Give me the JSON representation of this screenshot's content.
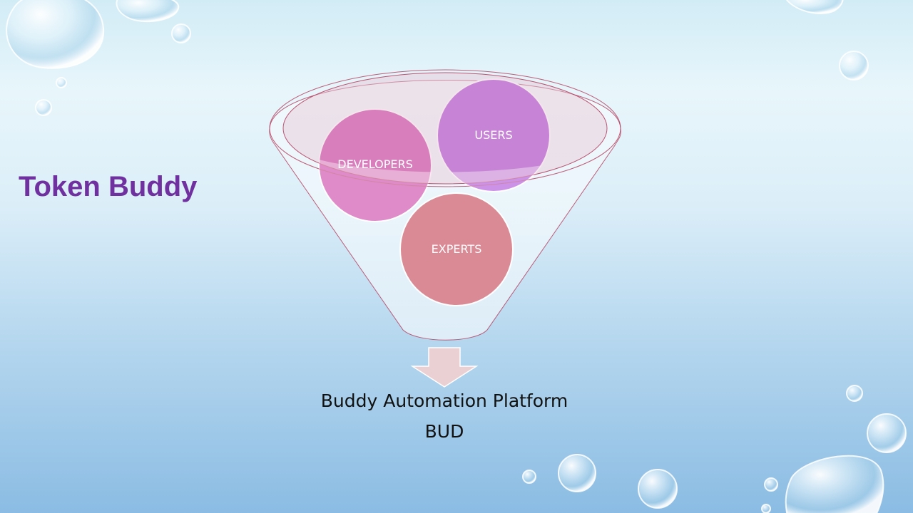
{
  "slide": {
    "title": "Token Buddy",
    "caption_line1": "Buddy Automation Platform",
    "caption_line2": "BUD"
  },
  "funnel": {
    "circles": [
      {
        "label": "DEVELOPERS",
        "color": "#cc44a8"
      },
      {
        "label": "USERS",
        "color": "#ad4fd8"
      },
      {
        "label": "EXPERTS",
        "color": "#d98a94"
      }
    ],
    "funnel_outline_color": "#b23a5a",
    "arrow_color": "#ead0d2"
  },
  "colors": {
    "title": "#7030a0",
    "background_top": "#e8f6fb",
    "background_bottom": "#8bbce3"
  }
}
